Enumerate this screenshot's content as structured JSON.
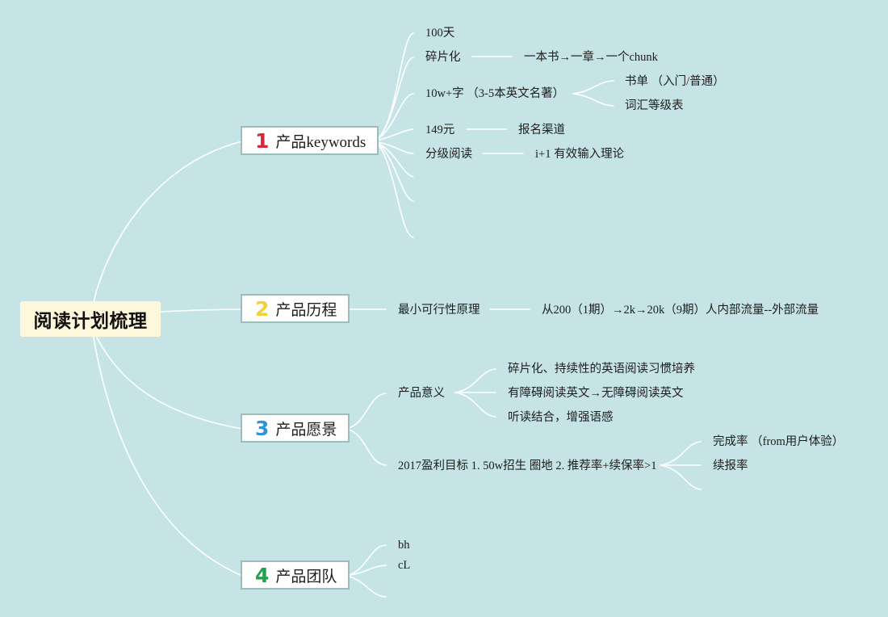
{
  "root": {
    "title": "阅读计划梳理"
  },
  "branches": [
    {
      "num": "1",
      "num_color": "#d6283a",
      "label": "产品keywords",
      "items": [
        {
          "text": "100天"
        },
        {
          "text": "碎片化",
          "detail": "一本书→一章→一个chunk"
        },
        {
          "text": "10w+字 （3-5本英文名著）",
          "children": [
            "书单 （入门/普通）",
            "词汇等级表"
          ]
        },
        {
          "text": "149元",
          "detail": "报名渠道"
        },
        {
          "text": "分级阅读",
          "detail": "i+1 有效输入理论"
        }
      ]
    },
    {
      "num": "2",
      "num_color": "#f2cf3e",
      "label": "产品历程",
      "items": [
        {
          "text": "最小可行性原理",
          "detail": "从200（1期）→2k→20k（9期）人内部流量--外部流量"
        }
      ]
    },
    {
      "num": "3",
      "num_color": "#2f94d6",
      "label": "产品愿景",
      "items": [
        {
          "text": "产品意义",
          "children": [
            "碎片化、持续性的英语阅读习惯培养",
            "有障碍阅读英文→无障碍阅读英文",
            "听读结合，增强语感"
          ]
        },
        {
          "text": "2017盈利目标 1. 50w招生 圈地 2. 推荐率+续保率>1",
          "children": [
            "完成率 （from用户体验）",
            "续报率"
          ]
        }
      ]
    },
    {
      "num": "4",
      "num_color": "#22a04a",
      "label": "产品团队",
      "items": [
        {
          "text": "bh"
        },
        {
          "text": "cL"
        }
      ]
    }
  ]
}
